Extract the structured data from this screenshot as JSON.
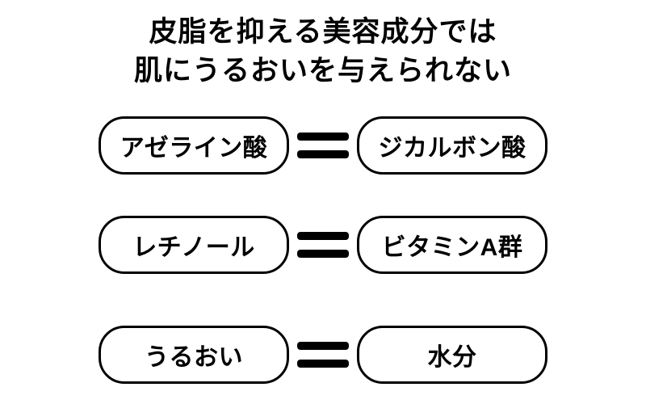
{
  "title": {
    "line1": "皮脂を抑える美容成分では",
    "line2": "肌にうるおいを与えられない"
  },
  "rows": [
    {
      "left": "アゼライン酸",
      "right": "ジカルボン酸"
    },
    {
      "left": "レチノール",
      "right": "ビタミンA群"
    },
    {
      "left": "うるおい",
      "right": "水分"
    }
  ],
  "icons": {
    "equals": "equals-icon"
  },
  "colors": {
    "background": "#ffffff",
    "text": "#000000",
    "pill_border": "#000000",
    "equals_bar": "#000000"
  }
}
